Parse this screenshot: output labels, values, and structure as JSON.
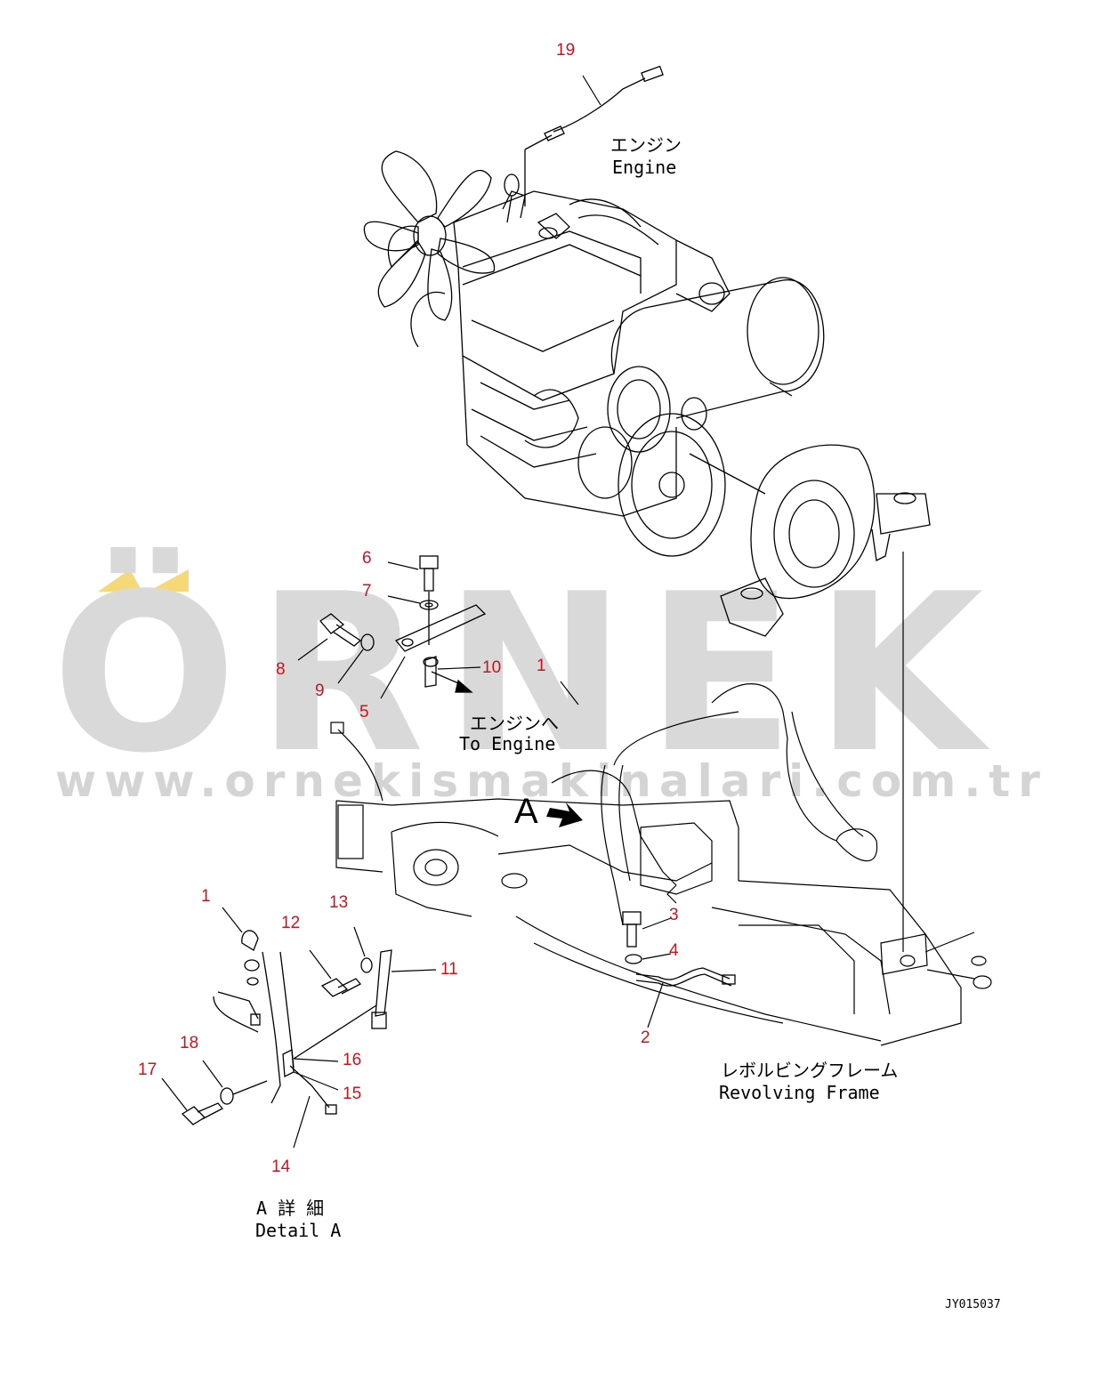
{
  "diagram": {
    "drawing_id": "JY015037",
    "watermark": {
      "brand": "ÖRNEK",
      "url": "www.ornekismakinalari.com.tr"
    },
    "colors": {
      "callout": "#c8141e",
      "line": "#000000",
      "watermark_gray": "#d8d8d8",
      "watermark_gold": "#f5d878"
    },
    "labels": {
      "engine_jp": "エンジン",
      "engine_en": "Engine",
      "to_engine_jp": "エンジンへ",
      "to_engine_en": "To Engine",
      "frame_jp": "レボルビングフレーム",
      "frame_en": "Revolving Frame",
      "detail_jp": "A 詳 細",
      "detail_en": "Detail A",
      "view_a": "A"
    },
    "callouts": [
      "19",
      "6",
      "7",
      "8",
      "9",
      "10",
      "5",
      "1",
      "1",
      "12",
      "13",
      "11",
      "3",
      "4",
      "2",
      "16",
      "15",
      "18",
      "17",
      "14"
    ]
  }
}
